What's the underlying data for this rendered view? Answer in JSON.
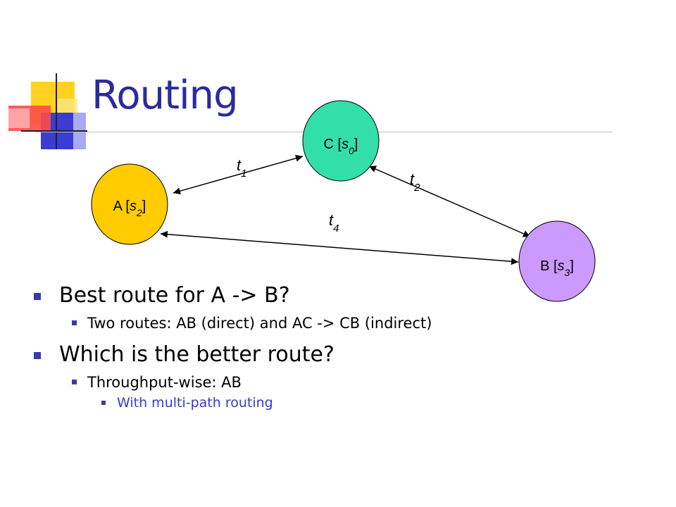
{
  "slide": {
    "title": "Routing",
    "accent_colors": {
      "title": "#2b2b9e",
      "bullet": "#3a3aa8",
      "sub_sub_text": "#3a3ac8"
    }
  },
  "diagram": {
    "nodes": [
      {
        "id": "C",
        "name": "C",
        "state": "s",
        "state_sub": "0",
        "color": "#33dfa8"
      },
      {
        "id": "A",
        "name": "A",
        "state": "s",
        "state_sub": "2",
        "color": "#ffcc00"
      },
      {
        "id": "B",
        "name": "B",
        "state": "s",
        "state_sub": "3",
        "color": "#cc99ff"
      }
    ],
    "edges": [
      {
        "from": "A",
        "to": "C",
        "label": "t",
        "label_sub": "1"
      },
      {
        "from": "C",
        "to": "B",
        "label": "t",
        "label_sub": "2"
      },
      {
        "from": "A",
        "to": "B",
        "label": "t",
        "label_sub": "4"
      }
    ]
  },
  "bullets": [
    {
      "text": "Best route for A -> B?"
    },
    {
      "text": "Two routes: AB (direct) and AC -> CB (indirect)"
    },
    {
      "text": "Which is the better route?"
    },
    {
      "text": "Throughput-wise: AB"
    },
    {
      "text": "With multi-path routing"
    }
  ]
}
